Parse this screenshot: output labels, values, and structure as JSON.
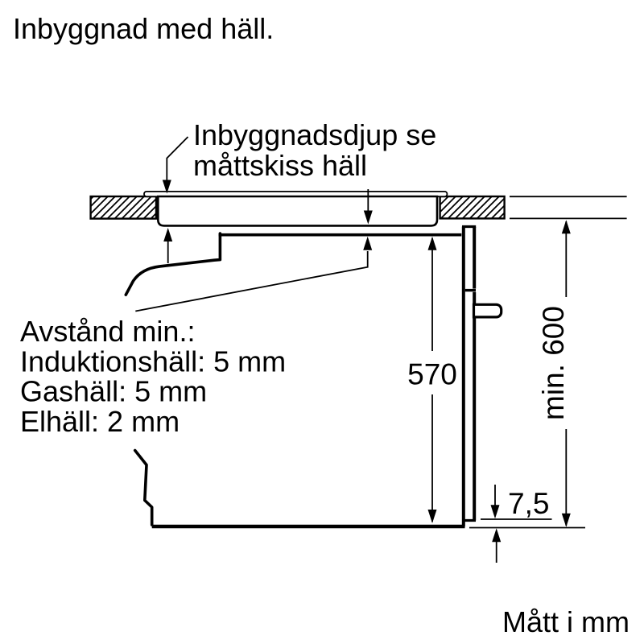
{
  "title": "Inbyggnad med häll.",
  "callout_installation_depth": {
    "line1": "Inbyggnadsdjup se",
    "line2": "måttskiss häll"
  },
  "note_min_distance": {
    "heading": "Avstånd min.:",
    "items": [
      "Induktionshäll: 5 mm",
      "Gashäll: 5 mm",
      "Elhäll: 2 mm"
    ]
  },
  "dimensions": {
    "oven_niche_height": "570",
    "min_total_height": "min. 600",
    "bottom_gap": "7,5"
  },
  "footer_units": "Mått i mm",
  "colors": {
    "line": "#000000",
    "background": "#ffffff"
  }
}
